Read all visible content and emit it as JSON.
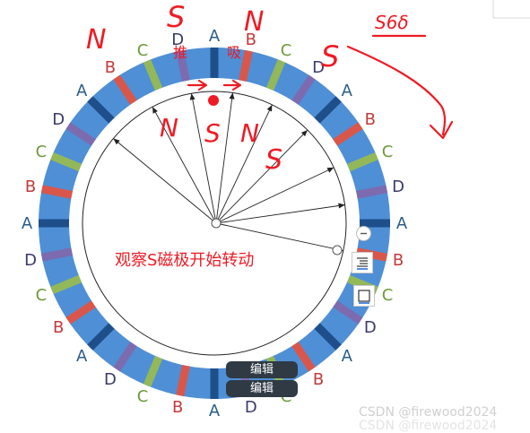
{
  "diagram": {
    "outer_letters": [
      "A",
      "B",
      "C",
      "D",
      "A",
      "B",
      "C",
      "D",
      "A",
      "B",
      "C",
      "D",
      "A",
      "B",
      "C",
      "D",
      "A",
      "B",
      "C",
      "D",
      "A",
      "B",
      "C",
      "D",
      "A",
      "B",
      "C",
      "D",
      "A",
      "B",
      "C",
      "D"
    ],
    "stator_colors": [
      "#1e4f8a",
      "#d9574a",
      "#93b85a",
      "#7d6bb0"
    ],
    "ring_color": "#4f8fd6",
    "letter_colors": {
      "A": "#2a5c8a",
      "B": "#c43a3a",
      "C": "#6d9a3a",
      "D": "#3a3a6a"
    },
    "ink_color": "#ee1b24",
    "handwriting": {
      "n_upper_left": "N",
      "s_top": "S",
      "n_top_right": "N",
      "s_right": "S",
      "s64": "S6δ",
      "inner_n1": "N",
      "inner_s1": "S",
      "inner_n2": "N",
      "inner_s2": "S"
    },
    "push_label": "推",
    "suck_label": "吸",
    "caption": "观察S磁极开始转动"
  },
  "toolbar": {
    "zoom_out_icon": "zoom-out-icon",
    "align_icon": "align-text-icon",
    "frame_icon": "frame-icon"
  },
  "buttons": {
    "edit_1": "编辑",
    "edit_2": "编辑"
  },
  "watermark": {
    "line1": "CSDN @firewood2024",
    "line2": "CSDN @firewood2024"
  }
}
